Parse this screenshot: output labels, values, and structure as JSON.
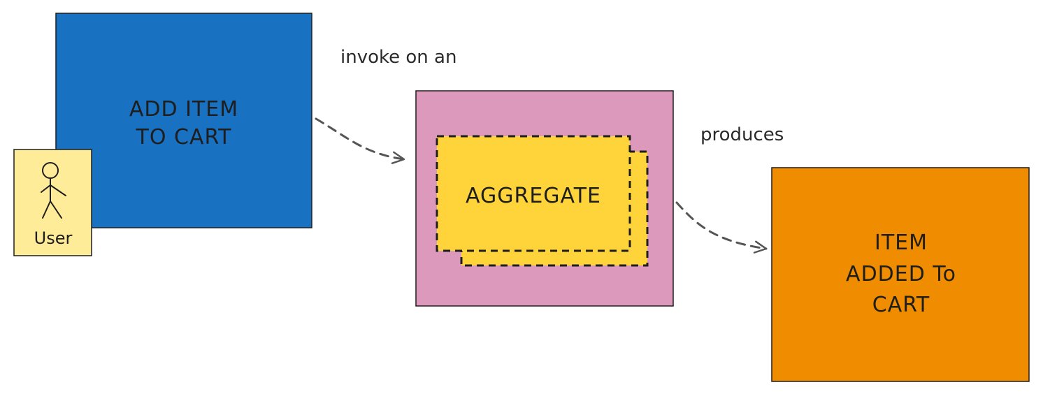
{
  "nodes": {
    "command": {
      "lines": [
        "ADD ITEM",
        "TO CART"
      ],
      "color": "#1971c2"
    },
    "actor": {
      "label": "User",
      "color": "#ffec99"
    },
    "aggregate_container": {
      "color": "#dd99bb"
    },
    "aggregate": {
      "label": "AGGREGATE",
      "color": "#ffd43b"
    },
    "event": {
      "lines": [
        "ITEM",
        "ADDED To",
        "CART"
      ],
      "color": "#f08c00"
    }
  },
  "edges": {
    "invoke": {
      "label": "invoke on an"
    },
    "produces": {
      "label": "produces"
    }
  },
  "colors": {
    "stroke": "#1e1e1e",
    "arrow": "#555555"
  }
}
